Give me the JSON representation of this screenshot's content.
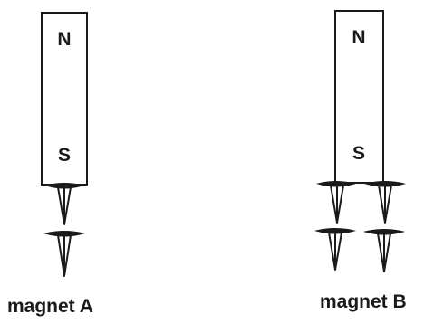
{
  "magnet_a": {
    "north_label": "N",
    "south_label": "S",
    "caption": "magnet A",
    "nail_columns": 1,
    "nails_per_column": 2
  },
  "magnet_b": {
    "north_label": "N",
    "south_label": "S",
    "caption": "magnet B",
    "nail_columns": 2,
    "nails_per_column": 2
  },
  "colors": {
    "ink": "#1a1a1a",
    "background": "#ffffff"
  }
}
